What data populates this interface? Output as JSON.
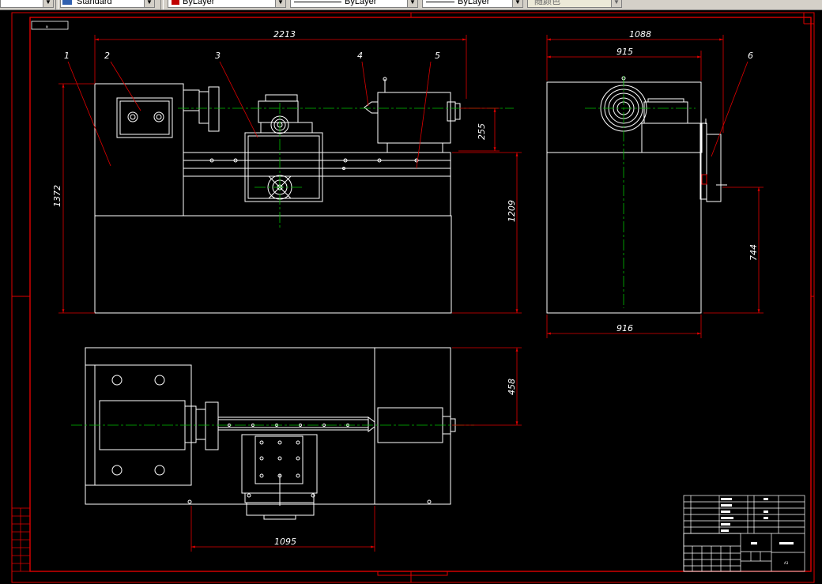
{
  "toolbar": {
    "style_value": "Standard",
    "color_value": "ByLayer",
    "linetype_value": "ByLayer",
    "lineweight_value": "ByLayer",
    "plotstyle_value": "随颜色"
  },
  "drawing": {
    "frame_color": "#e00000",
    "outline_color": "#ffffff",
    "centerline_color": "#00c000",
    "dimension_color": "#e00000",
    "front_view": {
      "dim_width": "2213",
      "dim_height": "1372",
      "dim_bed": "1209",
      "dim_tail": "255"
    },
    "side_view": {
      "dim_top": "1088",
      "dim_mid": "915",
      "dim_bottom": "916",
      "dim_height": "744"
    },
    "top_view": {
      "dim_depth": "458",
      "dim_width": "1095"
    },
    "balloons": [
      "1",
      "2",
      "3",
      "4",
      "5",
      "6"
    ],
    "title_block": {
      "scale": "A3"
    }
  }
}
